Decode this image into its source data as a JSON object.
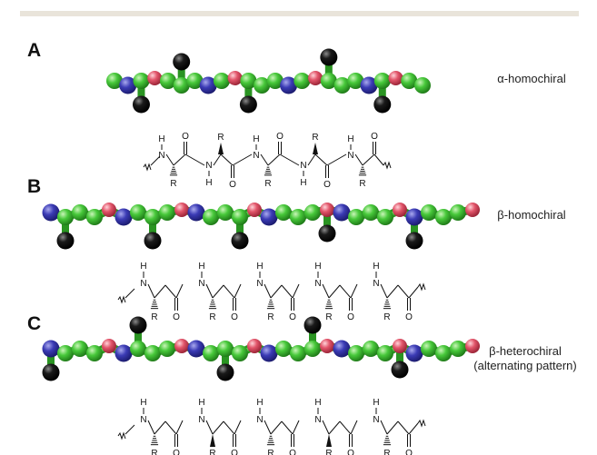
{
  "panels": [
    {
      "letter": "A",
      "label": "α-homochiral",
      "atoms": "CNCOCCCNCOCCCNCOCCCNCOCC",
      "up": [
        5,
        16
      ],
      "down": [
        2,
        10,
        20
      ],
      "chem": {
        "kind": "alpha",
        "residues": [
          {
            "nh": "top",
            "r": "bottom",
            "wedge": "hash"
          },
          {
            "nh": "bottom",
            "r": "top",
            "wedge": "bold"
          },
          {
            "nh": "top",
            "r": "bottom",
            "wedge": "hash"
          },
          {
            "nh": "bottom",
            "r": "top",
            "wedge": "bold"
          },
          {
            "nh": "top",
            "r": "bottom",
            "wedge": "hash"
          }
        ]
      }
    },
    {
      "letter": "B",
      "label": "β-homochiral",
      "atoms": "NCCCONCCCONCCCONCCCONCCCONCCCO",
      "up": [],
      "down": [
        1,
        7,
        13,
        19,
        25
      ],
      "chem": {
        "kind": "beta",
        "residues": [
          {
            "r": "bottom",
            "wedge": "hash"
          },
          {
            "r": "bottom",
            "wedge": "hash"
          },
          {
            "r": "bottom",
            "wedge": "hash"
          },
          {
            "r": "bottom",
            "wedge": "hash"
          },
          {
            "r": "bottom",
            "wedge": "hash"
          }
        ]
      }
    },
    {
      "letter": "C",
      "label_lines": [
        "β-heterochiral",
        "(alternating pattern)"
      ],
      "atoms": "NCCCONCCCONCCCONCCCONCCCONCCCO",
      "up": [
        6,
        18
      ],
      "down": [
        0,
        12,
        24
      ],
      "chem": {
        "kind": "beta",
        "residues": [
          {
            "r": "bottom",
            "wedge": "hash"
          },
          {
            "r": "bottom",
            "wedge": "bold"
          },
          {
            "r": "bottom",
            "wedge": "hash"
          },
          {
            "r": "bottom",
            "wedge": "bold"
          },
          {
            "r": "bottom",
            "wedge": "hash"
          }
        ]
      }
    }
  ],
  "atom_symbols": {
    "NH": "NH",
    "N": "N",
    "H": "H",
    "R": "R",
    "O": "O"
  },
  "colors": {
    "carbon": "#47c83a",
    "nitrogen": "#3b3bb5",
    "oxygen": "#e2556a",
    "sidechain": "#0a0a0a",
    "bond": "#111111",
    "rule": "#e9e4da"
  }
}
